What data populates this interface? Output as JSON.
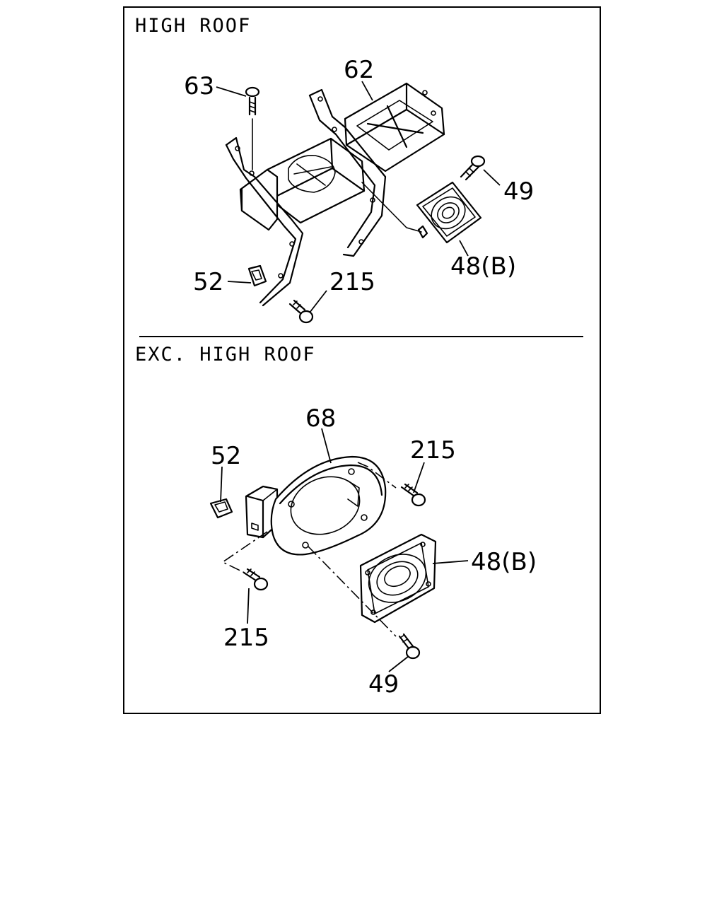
{
  "sections": {
    "high_roof": {
      "title": "HIGH ROOF",
      "callouts": {
        "c63": "63",
        "c62": "62",
        "c49": "49",
        "c48b": "48(B)",
        "c52": "52",
        "c215": "215"
      }
    },
    "exc_high_roof": {
      "title": "EXC. HIGH ROOF",
      "callouts": {
        "c68": "68",
        "c52": "52",
        "c215a": "215",
        "c48b": "48(B)",
        "c215b": "215",
        "c49": "49"
      }
    }
  },
  "icons": [
    "bolt-icon",
    "clip-icon",
    "speaker-icon",
    "bracket-icon",
    "spacer-ring-icon"
  ]
}
